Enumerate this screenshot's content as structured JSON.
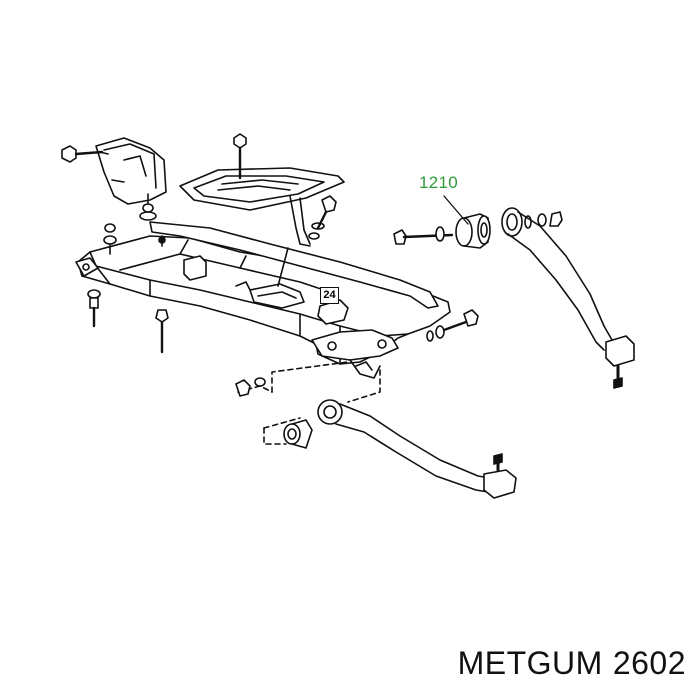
{
  "diagram": {
    "highlighted_part": {
      "label": "1210",
      "color": "#2e9a3a"
    },
    "reference_box": {
      "label": "24"
    },
    "parts": [
      "subframe-crossmember",
      "engine-mount-bracket",
      "transmission-support-plate",
      "control-arm-bushing",
      "upper-control-arm",
      "lower-control-arm",
      "ball-joint",
      "bolt",
      "nut",
      "washer"
    ]
  },
  "caption": {
    "brand": "METGUM",
    "part_number": "2602"
  }
}
